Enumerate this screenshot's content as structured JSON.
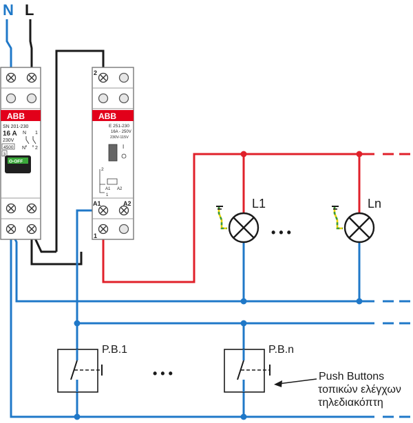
{
  "terminals": {
    "neutral": "N",
    "line": "L"
  },
  "breaker": {
    "brand": "ABB",
    "model": "SN 201-230",
    "rating": "16 A",
    "voltage": "230V",
    "capacity": "4500",
    "class": "3",
    "pole_n": "N",
    "pole_1": "1",
    "pole_2": "2",
    "pole_n_bottom": "N",
    "toggle_label": "O-OFF"
  },
  "relay": {
    "brand": "ABB",
    "model": "E 251-230",
    "rating": "16A - 250V",
    "coil": "230V-115V",
    "switch_label": "I",
    "terminal_top": "2",
    "symbol_terminal_top": "2",
    "symbol_a1": "A1",
    "symbol_a2": "A2",
    "symbol_terminal_bottom": "1",
    "terminal_a1": "A1",
    "terminal_a2": "A2",
    "terminal_1": "1"
  },
  "lamps": {
    "first": "L1",
    "last": "Ln",
    "ellipsis": "• • •"
  },
  "buttons": {
    "first": "P.B.1",
    "last": "P.B.n",
    "ellipsis": "• • •"
  },
  "annotation": {
    "line1": "Push Buttons",
    "line2": "τοπικών ελέγχων",
    "line3": "τηλεδιακόπτη"
  },
  "colors": {
    "blue": "#1f78c8",
    "black": "#1a1a1a",
    "red": "#e0202a",
    "yellow": "#e8d000",
    "green": "#3a9a3a",
    "abb_red": "#e2001a"
  }
}
